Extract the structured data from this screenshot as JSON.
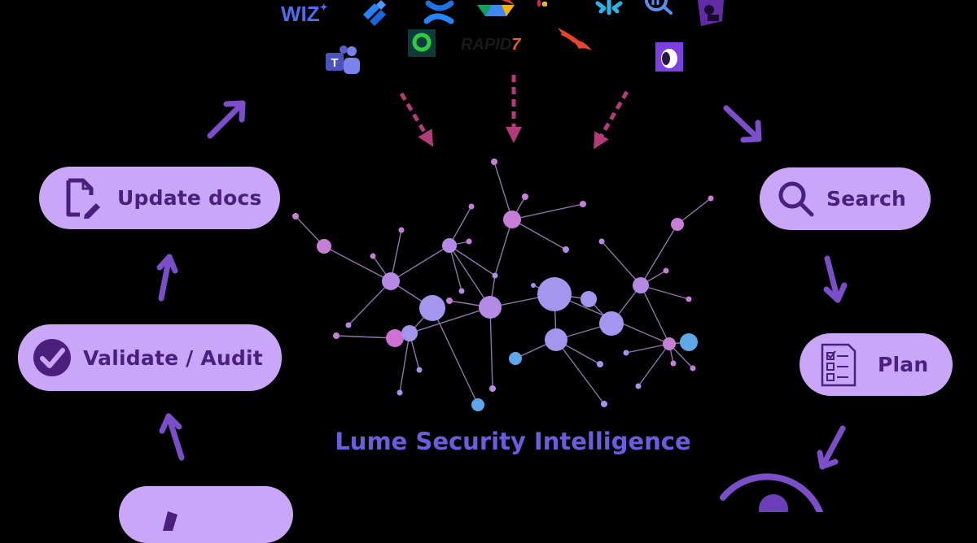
{
  "title": "Lume Security Intelligence",
  "colors": {
    "background": "#000000",
    "pill_fill": "#c9a6f7",
    "pill_text": "#4a1f7e",
    "arrow": "#7a4fc9",
    "dashed_arrow": "#b43b7a",
    "title": "#6a5de0"
  },
  "workflow_steps": [
    {
      "label": "Update docs",
      "icon": "doc-edit-icon"
    },
    {
      "label": "Validate / Audit",
      "icon": "check-circle-icon"
    },
    {
      "label": "Search",
      "icon": "search-icon"
    },
    {
      "label": "Plan",
      "icon": "checklist-icon"
    }
  ],
  "integrations": [
    {
      "name": "Wiz",
      "text": "WIZ",
      "color": "#4f6cf0"
    },
    {
      "name": "Jira",
      "color": "#2684ff"
    },
    {
      "name": "Confluence",
      "color": "#2684ff"
    },
    {
      "name": "Google Drive",
      "color": "#34a853"
    },
    {
      "name": "Slack",
      "color": "#e01e5a"
    },
    {
      "name": "Snowflake",
      "color": "#29b5e8"
    },
    {
      "name": "Search tool",
      "color": "#5b8def"
    },
    {
      "name": "Datadog",
      "color": "#632ca6"
    },
    {
      "name": "Microsoft Teams",
      "color": "#5b5fc7"
    },
    {
      "name": "Lookout",
      "color": "#2ecc40"
    },
    {
      "name": "Rapid7",
      "text": "RAPID7",
      "color": "#e95f22"
    },
    {
      "name": "CrowdStrike",
      "color": "#e5452c"
    },
    {
      "name": "Llama",
      "color": "#7b3fe4"
    }
  ]
}
